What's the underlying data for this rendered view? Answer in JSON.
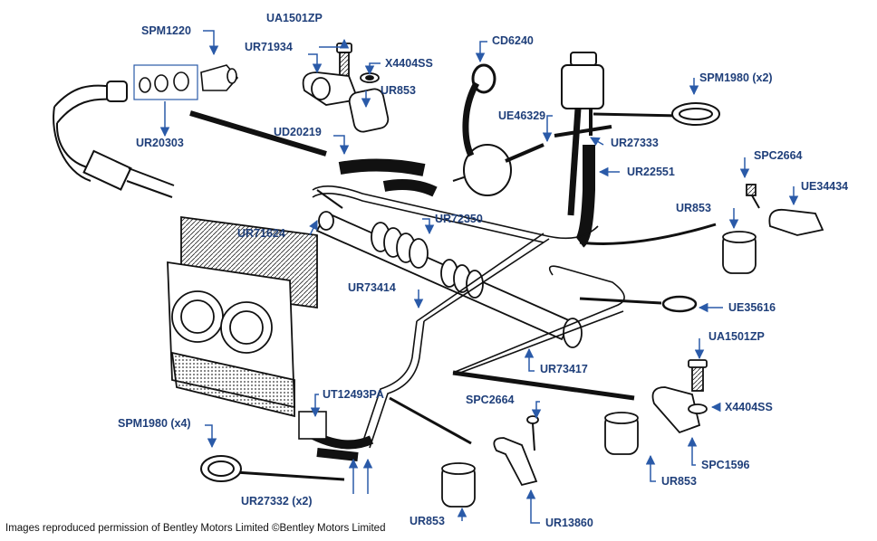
{
  "diagram": {
    "labels": {
      "spm1220": "SPM1220",
      "ur20303": "UR20303",
      "ua1501zp_top": "UA1501ZP",
      "ur71934": "UR71934",
      "x4404ss_top": "X4404SS",
      "ur853_top": "UR853",
      "cd6240": "CD6240",
      "spm1980_x2": "SPM1980 (x2)",
      "ue46329": "UE46329",
      "ur27333": "UR27333",
      "ud20219": "UD20219",
      "ur22551": "UR22551",
      "spc2664_right": "SPC2664",
      "ue34434": "UE34434",
      "ur853_right": "UR853",
      "ur71624": "UR71624",
      "ur72350": "UR72350",
      "ur73414": "UR73414",
      "ue35616": "UE35616",
      "ua1501zp_bottom": "UA1501ZP",
      "ur73417": "UR73417",
      "ut12493pa": "UT12493PA",
      "spc2664_bottom": "SPC2664",
      "x4404ss_bottom": "X4404SS",
      "spm1980_x4": "SPM1980 (x4)",
      "spc1596": "SPC1596",
      "ur853_bottom_right": "UR853",
      "ur27332_x2": "UR27332 (x2)",
      "ur853_bottom": "UR853",
      "ur13860": "UR13860"
    },
    "credit": "Images reproduced permission of Bentley Motors Limited ©Bentley Motors Limited",
    "colors": {
      "label": "#1f3f7a",
      "arrow": "#2a5aa8",
      "line": "#111111"
    }
  }
}
